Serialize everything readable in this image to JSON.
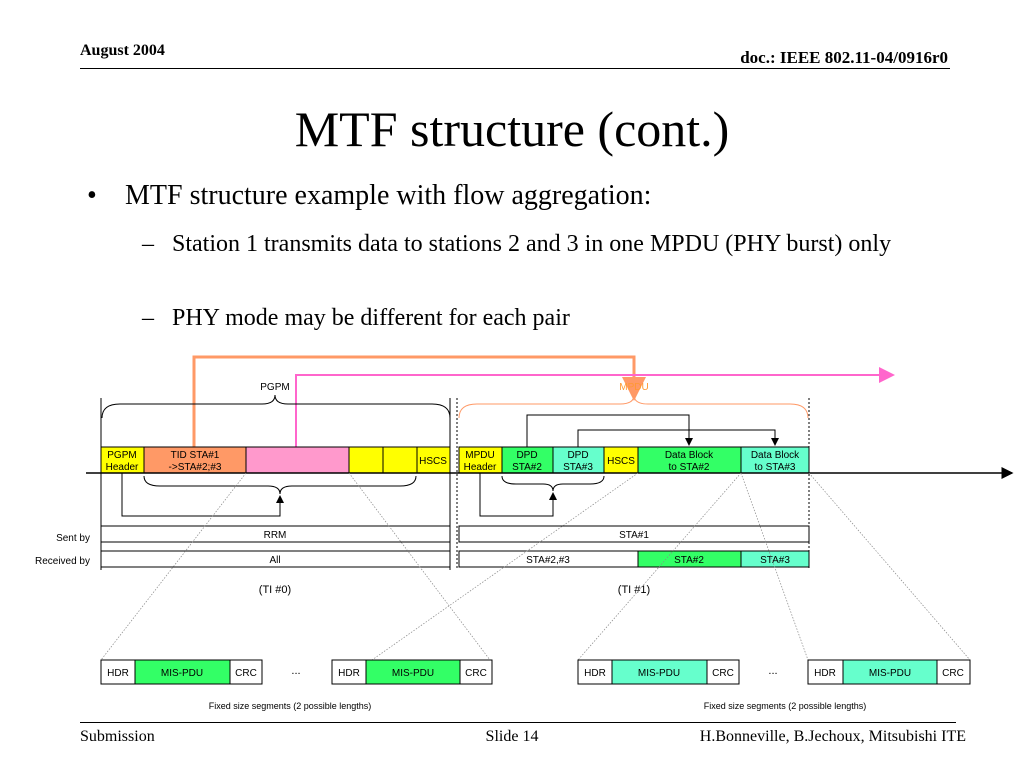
{
  "header": {
    "date": "August 2004",
    "doc": "doc.: IEEE 802.11-04/0916r0"
  },
  "title": "MTF structure (cont.)",
  "bullets": {
    "main": "MTF structure example with flow aggregation:",
    "sub": [
      "Station 1 transmits data to stations 2 and 3 in one MPDU (PHY burst) only",
      "PHY mode may be different for each pair"
    ]
  },
  "diagram": {
    "pgpm_label": "PGPM",
    "mpdu_label": "MPDU",
    "pgpm_frame": {
      "header": [
        "PGPM",
        "Header"
      ],
      "tid": [
        "TID STA#1",
        "->STA#2;#3"
      ],
      "hscs": "HSCS"
    },
    "mpdu_frame": {
      "header": [
        "MPDU",
        "Header"
      ],
      "dpd2": [
        "DPD",
        "STA#2"
      ],
      "dpd3": [
        "DPD",
        "STA#3"
      ],
      "hscs": "HSCS",
      "data2": [
        "Data Block",
        "to STA#2"
      ],
      "data3": [
        "Data Block",
        "to STA#3"
      ]
    },
    "sent_by": {
      "label": "Sent by",
      "left": "RRM",
      "right": "STA#1"
    },
    "received_by": {
      "label": "Received by",
      "left": "All",
      "right_main": "STA#2,#3",
      "right_sta2": "STA#2",
      "right_sta3": "STA#3"
    },
    "ti0": "(TI #0)",
    "ti1": "(TI #1)",
    "segments": {
      "hdr": "HDR",
      "mis_pdu": "MIS-PDU",
      "crc": "CRC",
      "ellipsis": "...",
      "caption": "Fixed size segments (2 possible lengths)"
    },
    "colors": {
      "yellow": "#FFFF00",
      "orange": "#FF9966",
      "pink": "#FF99CC",
      "green": "#33FF66",
      "teal": "#66FFCC",
      "orange_arrow": "#FF9966",
      "pink_arrow": "#FF66CC",
      "mpdu_text": "#FF9933"
    }
  },
  "footer": {
    "left": "Submission",
    "center": "Slide 14",
    "right": "H.Bonneville, B.Jechoux, Mitsubishi ITE"
  }
}
